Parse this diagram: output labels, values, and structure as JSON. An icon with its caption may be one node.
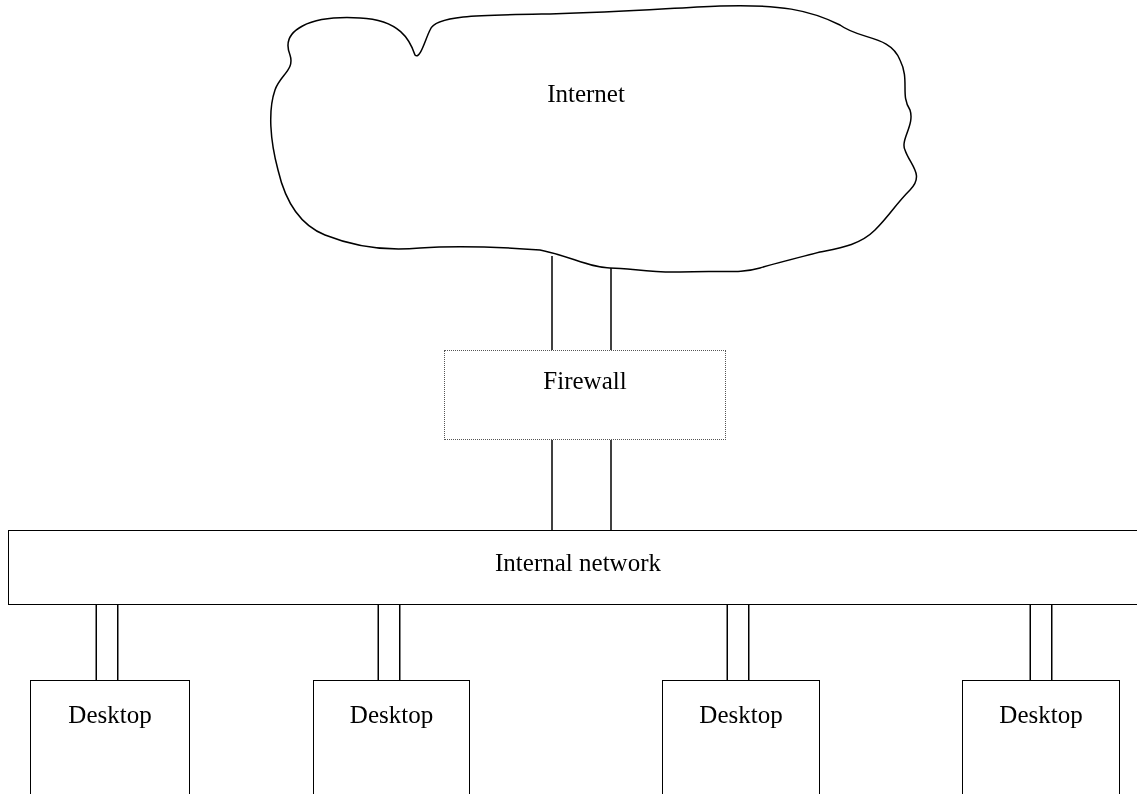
{
  "diagram": {
    "nodes": [
      {
        "text": [
          "Internet"
        ]
      },
      {
        "text": [
          "Firewall"
        ]
      },
      {
        "text": [
          "Internal network"
        ]
      },
      {
        "text": [
          "Desktop"
        ]
      },
      {
        "text": [
          "Desktop"
        ]
      },
      {
        "text": [
          "Desktop"
        ]
      },
      {
        "text": [
          "Desktop"
        ]
      }
    ],
    "edges": [
      {
        "from": 0,
        "to": 1,
        "arrow": "none"
      },
      {
        "from": 0,
        "to": 1,
        "arrow": "none"
      },
      {
        "from": 1,
        "to": 2,
        "arrow": "none"
      },
      {
        "from": 1,
        "to": 2,
        "arrow": "none"
      },
      {
        "from": 2,
        "to": 3,
        "arrow": "none",
        "style": "thick"
      },
      {
        "from": 2,
        "to": 4,
        "arrow": "none",
        "style": "thick"
      },
      {
        "from": 2,
        "to": 5,
        "arrow": "none",
        "style": "thick"
      },
      {
        "from": 2,
        "to": 6,
        "arrow": "none",
        "style": "thick"
      }
    ]
  }
}
